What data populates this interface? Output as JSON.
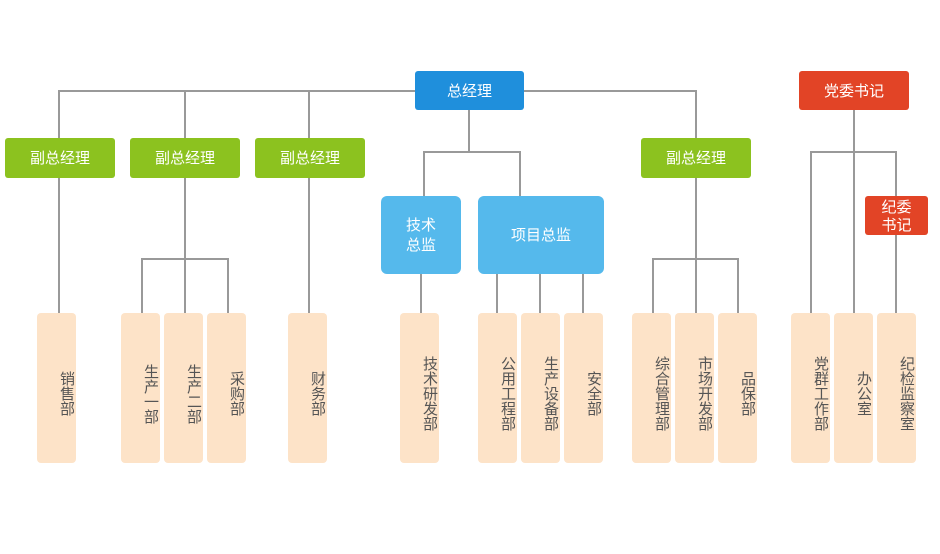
{
  "nodes": {
    "general_manager": "总经理",
    "party_secretary": "党委书记",
    "discipline_secretary": "纪委\n书记",
    "deputy_1": "副总经理",
    "deputy_2": "副总经理",
    "deputy_3": "副总经理",
    "deputy_4": "副总经理",
    "tech_director": "技术\n总监",
    "project_director": "项目总监"
  },
  "departments": [
    {
      "key": "sales",
      "label": "销售部"
    },
    {
      "key": "prod1",
      "label": "生产一部"
    },
    {
      "key": "prod2",
      "label": "生产二部"
    },
    {
      "key": "purchase",
      "label": "采购部"
    },
    {
      "key": "finance",
      "label": "财务部"
    },
    {
      "key": "rd",
      "label": "技术研发部"
    },
    {
      "key": "utility",
      "label": "公用工程部"
    },
    {
      "key": "equip",
      "label": "生产设备部"
    },
    {
      "key": "safety",
      "label": "安全部"
    },
    {
      "key": "admin",
      "label": "综合管理部"
    },
    {
      "key": "market",
      "label": "市场开发部"
    },
    {
      "key": "qa",
      "label": "品保部"
    },
    {
      "key": "party",
      "label": "党群工作部"
    },
    {
      "key": "office",
      "label": "办公室"
    },
    {
      "key": "discipline",
      "label": "纪检监察室"
    }
  ],
  "colors": {
    "top": "#1f8fdc",
    "party": "#e24426",
    "deputy": "#8cc21f",
    "director": "#55b9ec",
    "dept": "#fde3c8",
    "line": "#999999"
  }
}
